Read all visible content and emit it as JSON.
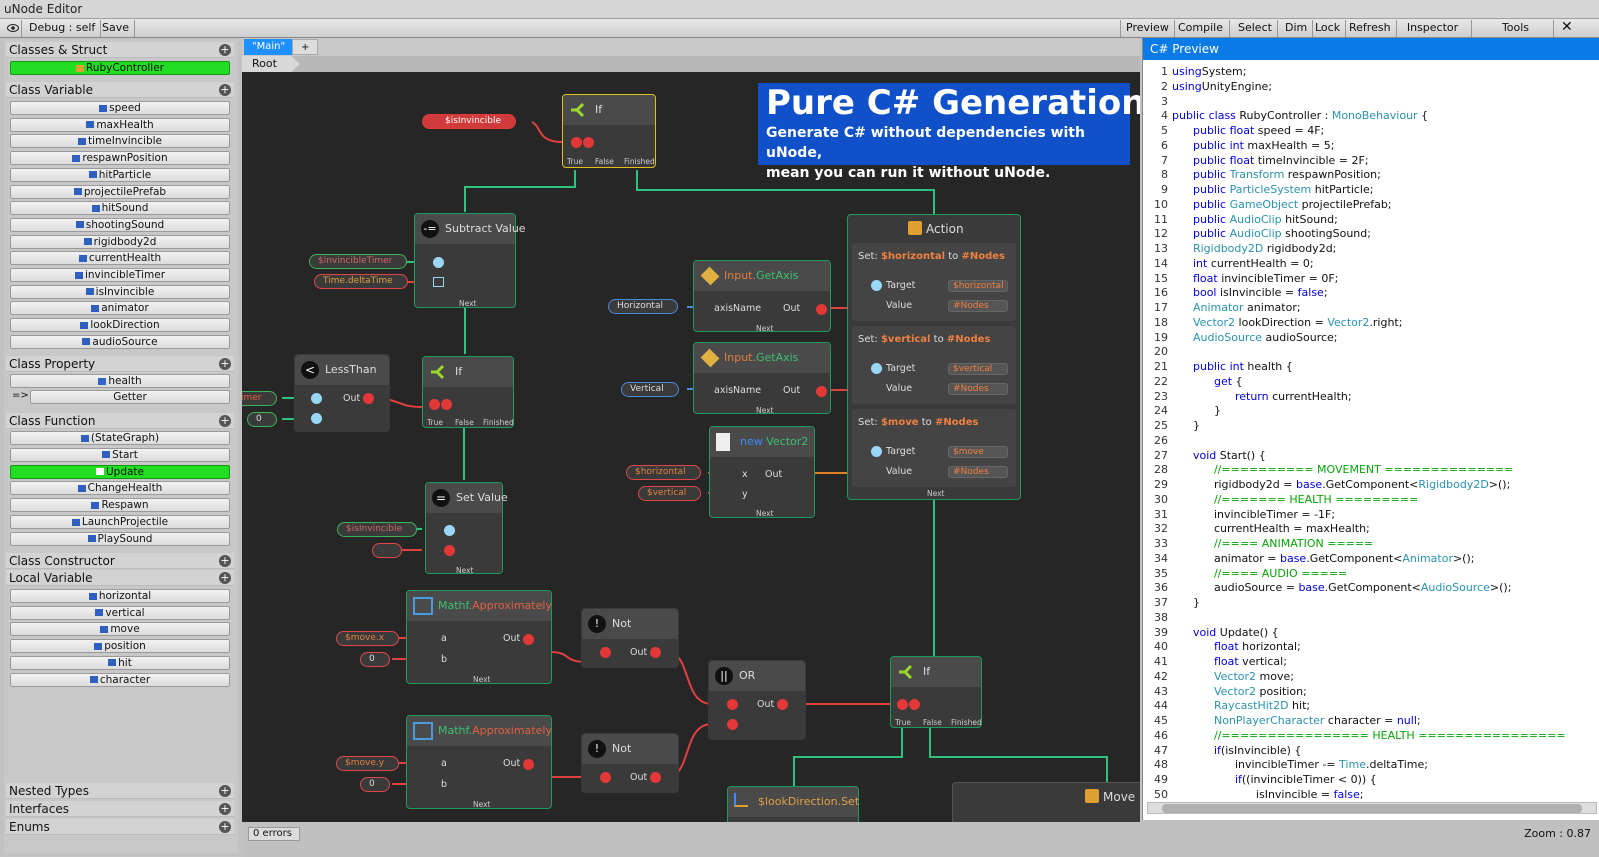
{
  "window": {
    "title": "uNode Editor"
  },
  "toolbar": {
    "debug": "Debug : self",
    "save": "Save",
    "right": [
      "Preview",
      "Compile",
      "Select",
      "Dim",
      "Lock",
      "Refresh",
      "Inspector",
      "Tools"
    ]
  },
  "sidebar": {
    "classes_struct": {
      "title": "Classes & Struct",
      "items": [
        "RubyController"
      ]
    },
    "class_variable": {
      "title": "Class Variable",
      "items": [
        "speed",
        "maxHealth",
        "timeInvincible",
        "respawnPosition",
        "hitParticle",
        "projectilePrefab",
        "hitSound",
        "shootingSound",
        "rigidbody2d",
        "currentHealth",
        "invincibleTimer",
        "isInvincible",
        "animator",
        "lookDirection",
        "audioSource"
      ]
    },
    "class_property": {
      "title": "Class Property",
      "items": [
        "health"
      ],
      "getter_prefix": "=>",
      "getter": "Getter"
    },
    "class_function": {
      "title": "Class Function",
      "items": [
        "(StateGraph)",
        "Start",
        "Update",
        "ChangeHealth",
        "Respawn",
        "LaunchProjectile",
        "PlaySound"
      ],
      "selected": "Update"
    },
    "class_constructor": {
      "title": "Class Constructor"
    },
    "local_variable": {
      "title": "Local Variable",
      "items": [
        "horizontal",
        "vertical",
        "move",
        "position",
        "hit",
        "character"
      ]
    },
    "nested_types": "Nested Types",
    "interfaces": "Interfaces",
    "enums": "Enums"
  },
  "graph": {
    "tabs": [
      "\"Main\"",
      "+"
    ],
    "breadcrumb": "Root",
    "banner": {
      "title": "Pure C# Generation",
      "line1": "Generate C# without dependencies with uNode,",
      "line2": "mean you can run it without uNode."
    },
    "nodes": {
      "if_top": {
        "title": "If",
        "true": "True",
        "false": "False",
        "finished": "Finished"
      },
      "subtract": {
        "title": "Subtract Value",
        "next": "Next"
      },
      "lessthan": {
        "title": "LessThan",
        "out": "Out"
      },
      "if_mid": {
        "title": "If",
        "true": "True",
        "false": "False",
        "finished": "Finished"
      },
      "setvalue": {
        "title": "Set Value",
        "next": "Next"
      },
      "getaxis1": {
        "title_a": "Input.",
        "title_b": "GetAxis",
        "param": "axisName",
        "out": "Out",
        "next": "Next"
      },
      "getaxis2": {
        "title_a": "Input.",
        "title_b": "GetAxis",
        "param": "axisName",
        "out": "Out",
        "next": "Next"
      },
      "vector2": {
        "title_a": "new ",
        "title_b": "Vector2",
        "x": "x",
        "y": "y",
        "out": "Out",
        "next": "Next"
      },
      "action": {
        "title": "Action",
        "next": "Next",
        "sets": [
          {
            "pre": "Set: ",
            "var": "$horizontal",
            "mid": " to ",
            "tgt": "#Nodes",
            "target": "Target",
            "value": "Value",
            "dd1": "$horizontal",
            "dd2": "#Nodes"
          },
          {
            "pre": "Set: ",
            "var": "$vertical",
            "mid": " to ",
            "tgt": "#Nodes",
            "target": "Target",
            "value": "Value",
            "dd1": "$vertical",
            "dd2": "#Nodes"
          },
          {
            "pre": "Set: ",
            "var": "$move",
            "mid": " to ",
            "tgt": "#Nodes",
            "target": "Target",
            "value": "Value",
            "dd1": "$move",
            "dd2": "#Nodes"
          }
        ]
      },
      "approx1": {
        "title_a": "Mathf.",
        "title_b": "Approximately",
        "a": "a",
        "b": "b",
        "out": "Out",
        "next": "Next"
      },
      "approx2": {
        "title_a": "Mathf.",
        "title_b": "Approximately",
        "a": "a",
        "b": "b",
        "out": "Out",
        "next": "Next"
      },
      "not1": {
        "title": "Not",
        "out": "Out"
      },
      "not2": {
        "title": "Not",
        "out": "Out"
      },
      "or": {
        "title": "OR",
        "out": "Out"
      },
      "if_bot": {
        "title": "If",
        "true": "True",
        "false": "False",
        "finished": "Finished"
      },
      "lookdir": {
        "title": "$lookDirection.Set"
      },
      "move": {
        "title": "Move"
      }
    },
    "pills": {
      "isInvincible": "$isInvincible",
      "invincibleTimer": "$invincibleTimer",
      "deltaTime": "Time.deltaTime",
      "imer": "imer",
      "zero": "0",
      "horizontalStr": "Horizontal",
      "verticalStr": "Vertical",
      "sh": "$horizontal",
      "sv": "$vertical",
      "isInv2": "$isInvincible",
      "movex": "$move.x",
      "movey": "$move.y"
    }
  },
  "preview": {
    "title": "C# Preview",
    "lines": [
      [
        "1",
        [
          [
            "k",
            "using"
          ],
          [
            "",
            "System;"
          ]
        ]
      ],
      [
        "2",
        [
          [
            "k",
            "using"
          ],
          [
            "",
            "UnityEngine;"
          ]
        ]
      ],
      [
        "3",
        []
      ],
      [
        "4",
        [
          [
            "k",
            "public class"
          ],
          [
            "",
            " RubyController : "
          ],
          [
            "t",
            "MonoBehaviour"
          ],
          [
            "",
            " {"
          ]
        ]
      ],
      [
        "5",
        [
          [
            "",
            "      "
          ],
          [
            "k",
            "public float"
          ],
          [
            "",
            " speed = 4F;"
          ]
        ]
      ],
      [
        "6",
        [
          [
            "",
            "      "
          ],
          [
            "k",
            "public int"
          ],
          [
            "",
            " maxHealth = 5;"
          ]
        ]
      ],
      [
        "7",
        [
          [
            "",
            "      "
          ],
          [
            "k",
            "public float"
          ],
          [
            "",
            " timeInvincible = 2F;"
          ]
        ]
      ],
      [
        "8",
        [
          [
            "",
            "      "
          ],
          [
            "k",
            "public"
          ],
          [
            " ",
            " "
          ],
          [
            "t",
            "Transform"
          ],
          [
            "",
            " respawnPosition;"
          ]
        ]
      ],
      [
        "9",
        [
          [
            "",
            "      "
          ],
          [
            "k",
            "public"
          ],
          [
            " ",
            " "
          ],
          [
            "t",
            "ParticleSystem"
          ],
          [
            "",
            " hitParticle;"
          ]
        ]
      ],
      [
        "10",
        [
          [
            "",
            "      "
          ],
          [
            "k",
            "public"
          ],
          [
            " ",
            " "
          ],
          [
            "t",
            "GameObject"
          ],
          [
            "",
            " projectilePrefab;"
          ]
        ]
      ],
      [
        "11",
        [
          [
            "",
            "      "
          ],
          [
            "k",
            "public"
          ],
          [
            " ",
            " "
          ],
          [
            "t",
            "AudioClip"
          ],
          [
            "",
            " hitSound;"
          ]
        ]
      ],
      [
        "12",
        [
          [
            "",
            "      "
          ],
          [
            "k",
            "public"
          ],
          [
            " ",
            " "
          ],
          [
            "t",
            "AudioClip"
          ],
          [
            "",
            " shootingSound;"
          ]
        ]
      ],
      [
        "13",
        [
          [
            "",
            "      "
          ],
          [
            "t",
            "Rigidbody2D"
          ],
          [
            "",
            " rigidbody2d;"
          ]
        ]
      ],
      [
        "14",
        [
          [
            "",
            "      "
          ],
          [
            "k",
            "int"
          ],
          [
            "",
            " currentHealth = 0;"
          ]
        ]
      ],
      [
        "15",
        [
          [
            "",
            "      "
          ],
          [
            "k",
            "float"
          ],
          [
            "",
            " invincibleTimer = 0F;"
          ]
        ]
      ],
      [
        "16",
        [
          [
            "",
            "      "
          ],
          [
            "k",
            "bool"
          ],
          [
            "",
            " isInvincible = "
          ],
          [
            "k",
            "false"
          ],
          [
            "",
            ";"
          ]
        ]
      ],
      [
        "17",
        [
          [
            "",
            "      "
          ],
          [
            "t",
            "Animator"
          ],
          [
            "",
            " animator;"
          ]
        ]
      ],
      [
        "18",
        [
          [
            "",
            "      "
          ],
          [
            "t",
            "Vector2"
          ],
          [
            "",
            " lookDirection = "
          ],
          [
            "t",
            "Vector2"
          ],
          [
            "",
            ".right;"
          ]
        ]
      ],
      [
        "19",
        [
          [
            "",
            "      "
          ],
          [
            "t",
            "AudioSource"
          ],
          [
            "",
            " audioSource;"
          ]
        ]
      ],
      [
        "20",
        []
      ],
      [
        "21",
        [
          [
            "",
            "      "
          ],
          [
            "k",
            "public int"
          ],
          [
            "",
            " health {"
          ]
        ]
      ],
      [
        "22",
        [
          [
            "",
            "            "
          ],
          [
            "k",
            "get"
          ],
          [
            "",
            " {"
          ]
        ]
      ],
      [
        "23",
        [
          [
            "",
            "                  "
          ],
          [
            "k",
            "return"
          ],
          [
            "",
            " currentHealth;"
          ]
        ]
      ],
      [
        "24",
        [
          [
            "",
            "            }"
          ]
        ]
      ],
      [
        "25",
        [
          [
            "",
            "      }"
          ]
        ]
      ],
      [
        "26",
        []
      ],
      [
        "27",
        [
          [
            "",
            "      "
          ],
          [
            "k",
            "void"
          ],
          [
            "",
            " Start() {"
          ]
        ]
      ],
      [
        "28",
        [
          [
            "",
            "            "
          ],
          [
            "c",
            "//========== MOVEMENT =============="
          ]
        ]
      ],
      [
        "29",
        [
          [
            "",
            "            rigidbody2d = "
          ],
          [
            "k",
            "base"
          ],
          [
            "",
            ".GetComponent<"
          ],
          [
            "t",
            "Rigidbody2D"
          ],
          [
            "",
            ">();"
          ]
        ]
      ],
      [
        "30",
        [
          [
            "",
            "            "
          ],
          [
            "c",
            "//======= HEALTH ========="
          ]
        ]
      ],
      [
        "31",
        [
          [
            "",
            "            invincibleTimer = -1F;"
          ]
        ]
      ],
      [
        "32",
        [
          [
            "",
            "            currentHealth = maxHealth;"
          ]
        ]
      ],
      [
        "33",
        [
          [
            "",
            "            "
          ],
          [
            "c",
            "//==== ANIMATION ====="
          ]
        ]
      ],
      [
        "34",
        [
          [
            "",
            "            animator = "
          ],
          [
            "k",
            "base"
          ],
          [
            "",
            ".GetComponent<"
          ],
          [
            "t",
            "Animator"
          ],
          [
            "",
            ">();"
          ]
        ]
      ],
      [
        "35",
        [
          [
            "",
            "            "
          ],
          [
            "c",
            "//==== AUDIO ====="
          ]
        ]
      ],
      [
        "36",
        [
          [
            "",
            "            audioSource = "
          ],
          [
            "k",
            "base"
          ],
          [
            "",
            ".GetComponent<"
          ],
          [
            "t",
            "AudioSource"
          ],
          [
            "",
            ">();"
          ]
        ]
      ],
      [
        "37",
        [
          [
            "",
            "      }"
          ]
        ]
      ],
      [
        "38",
        []
      ],
      [
        "39",
        [
          [
            "",
            "      "
          ],
          [
            "k",
            "void"
          ],
          [
            "",
            " Update() {"
          ]
        ]
      ],
      [
        "40",
        [
          [
            "",
            "            "
          ],
          [
            "k",
            "float"
          ],
          [
            "",
            " horizontal;"
          ]
        ]
      ],
      [
        "41",
        [
          [
            "",
            "            "
          ],
          [
            "k",
            "float"
          ],
          [
            "",
            " vertical;"
          ]
        ]
      ],
      [
        "42",
        [
          [
            "",
            "            "
          ],
          [
            "t",
            "Vector2"
          ],
          [
            "",
            " move;"
          ]
        ]
      ],
      [
        "43",
        [
          [
            "",
            "            "
          ],
          [
            "t",
            "Vector2"
          ],
          [
            "",
            " position;"
          ]
        ]
      ],
      [
        "44",
        [
          [
            "",
            "            "
          ],
          [
            "t",
            "RaycastHit2D"
          ],
          [
            "",
            " hit;"
          ]
        ]
      ],
      [
        "45",
        [
          [
            "",
            "            "
          ],
          [
            "t",
            "NonPlayerCharacter"
          ],
          [
            "",
            " character = "
          ],
          [
            "k",
            "null"
          ],
          [
            "",
            ";"
          ]
        ]
      ],
      [
        "46",
        [
          [
            "",
            "            "
          ],
          [
            "c",
            "//================ HEALTH ================"
          ]
        ]
      ],
      [
        "47",
        [
          [
            "",
            "            "
          ],
          [
            "k",
            "if"
          ],
          [
            "",
            "(isInvincible) {"
          ]
        ]
      ],
      [
        "48",
        [
          [
            "",
            "                  invincibleTimer -= "
          ],
          [
            "t",
            "Time"
          ],
          [
            "",
            ".deltaTime;"
          ]
        ]
      ],
      [
        "49",
        [
          [
            "",
            "                  "
          ],
          [
            "k",
            "if"
          ],
          [
            "",
            "((invincibleTimer < 0)) {"
          ]
        ]
      ],
      [
        "50",
        [
          [
            "",
            "                        isInvincible = "
          ],
          [
            "k",
            "false"
          ],
          [
            "",
            ";"
          ]
        ]
      ]
    ]
  },
  "status": {
    "errors": "0 errors",
    "zoom": "Zoom : 0.87"
  },
  "colors": {
    "accent": "#0a7ae6",
    "selected": "#22dd22",
    "node_border": "#1e9a5e",
    "canvas": "#262626"
  }
}
